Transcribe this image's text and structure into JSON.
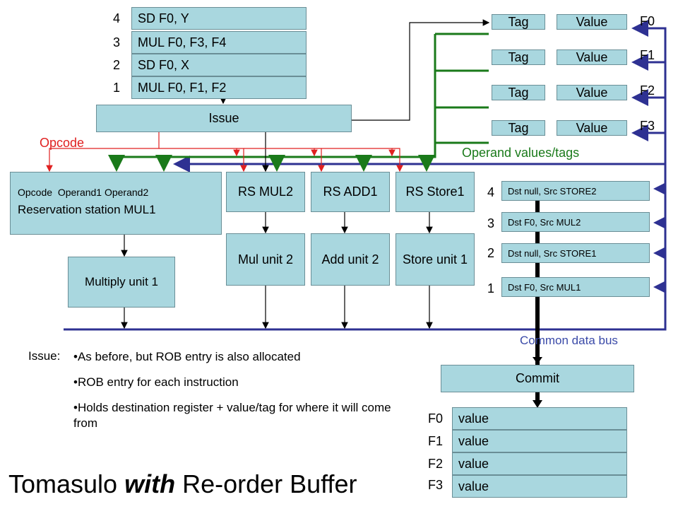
{
  "instruction_queue": {
    "items": [
      {
        "num": "4",
        "text": "SD F0, Y"
      },
      {
        "num": "3",
        "text": "MUL F0, F3, F4"
      },
      {
        "num": "2",
        "text": "SD F0, X"
      },
      {
        "num": "1",
        "text": "MUL F0, F1, F2"
      }
    ]
  },
  "issue_label": "Issue",
  "opcode_label": "Opcode",
  "regfile": {
    "tag_label": "Tag",
    "value_label": "Value",
    "rows": [
      {
        "name": "F0"
      },
      {
        "name": "F1"
      },
      {
        "name": "F2"
      },
      {
        "name": "F3"
      }
    ]
  },
  "operand_label": "Operand values/tags",
  "rs_mul1": {
    "fields": "Opcode  Operand1 Operand2",
    "name": "Reservation station MUL1"
  },
  "rs_boxes": [
    "RS MUL2",
    "RS ADD1",
    "RS Store1"
  ],
  "units": [
    "Mul unit 2",
    "Add unit 2",
    "Store unit 1"
  ],
  "multiply_unit": "Multiply unit 1",
  "rob": {
    "entries": [
      {
        "num": "4",
        "text": "Dst null, Src STORE2"
      },
      {
        "num": "3",
        "text": "Dst F0, Src MUL2"
      },
      {
        "num": "2",
        "text": "Dst null, Src STORE1"
      },
      {
        "num": "1",
        "text": "Dst F0, Src MUL1"
      }
    ]
  },
  "cdb_label": "Common data bus",
  "commit_label": "Commit",
  "arch_regs": [
    {
      "name": "F0",
      "value": "value"
    },
    {
      "name": "F1",
      "value": "value"
    },
    {
      "name": "F2",
      "value": "value"
    },
    {
      "name": "F3",
      "value": "value"
    }
  ],
  "notes": {
    "heading": "Issue:",
    "bullets": [
      "As before, but ROB entry is also allocated",
      "ROB entry for each instruction",
      "Holds destination register + value/tag for where it will come from"
    ]
  },
  "title": {
    "pre": "Tomasulo ",
    "em": "with",
    "post": " Re-order Buffer"
  },
  "colors": {
    "box": "#a9d7df",
    "bus_blue": "#2e3192",
    "bus_green": "#1a7a1a",
    "opcode_red": "#e02020",
    "label_blue": "#3a4aa8"
  }
}
